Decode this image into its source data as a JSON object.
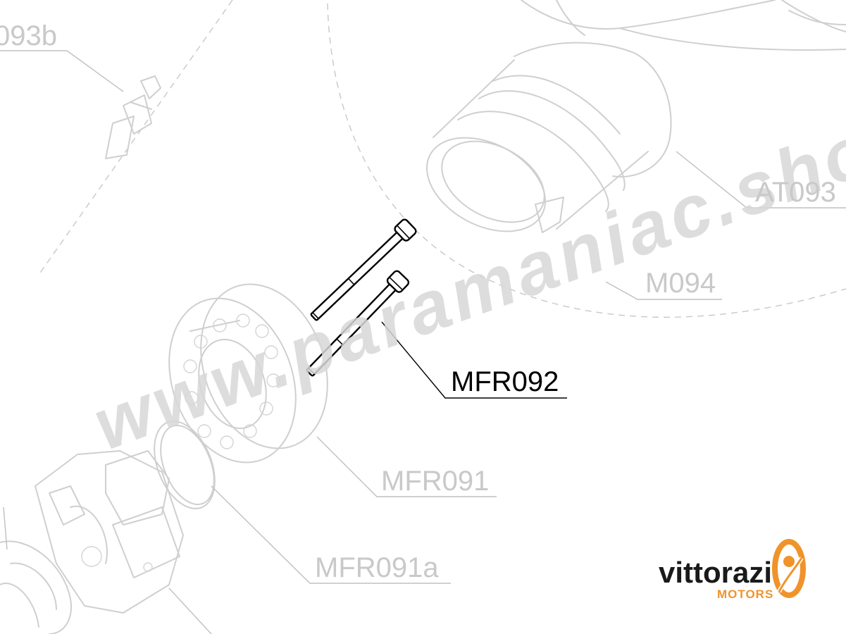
{
  "labels": {
    "top_left": "093b",
    "air_tube": "AT093",
    "muffler": "M094",
    "bolts": "MFR092",
    "flange": "MFR091",
    "gasket": "MFR091a"
  },
  "watermark": "www.paramaniac.shop",
  "logo": {
    "brand": "vittorazi",
    "sub": "MOTORS",
    "accent_color": "#f0932b",
    "icon": "vittorazi-logo-icon"
  },
  "colors": {
    "highlight": "#000000",
    "ghost": "#cfcfcf"
  }
}
